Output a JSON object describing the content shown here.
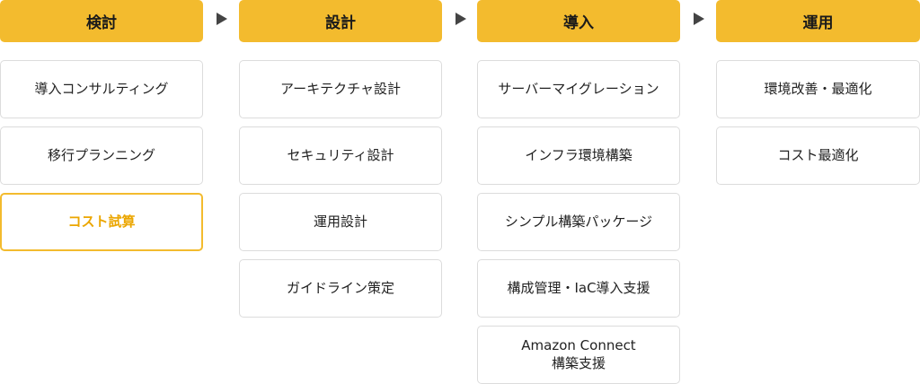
{
  "colors": {
    "header": "#F3BB2E",
    "highlight_text": "#EBA600"
  },
  "phases": [
    {
      "title": "検討",
      "items": [
        "導入コンサルティング",
        "移行プランニング",
        "コスト試算"
      ]
    },
    {
      "title": "設計",
      "items": [
        "アーキテクチャ設計",
        "セキュリティ設計",
        "運用設計",
        "ガイドライン策定"
      ]
    },
    {
      "title": "導入",
      "items": [
        "サーバーマイグレーション",
        "インフラ環境構築",
        "シンプル構築パッケージ",
        "構成管理・IaC導入支援",
        "Amazon Connect\n構築支援"
      ]
    },
    {
      "title": "運用",
      "items": [
        "環境改善・最適化",
        "コスト最適化"
      ]
    }
  ]
}
